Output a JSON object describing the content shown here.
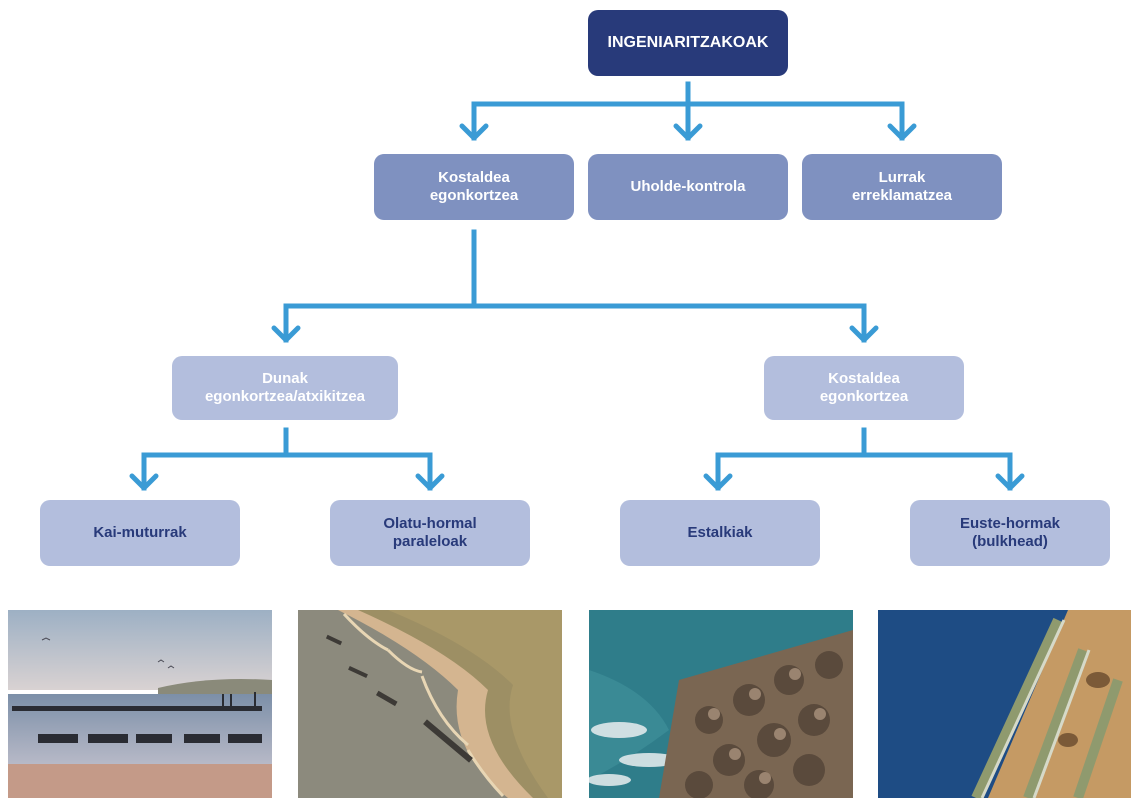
{
  "root": {
    "label": "INGENIARITZAKOAK"
  },
  "level1": [
    {
      "label": "Kostaldea\negonkortzea"
    },
    {
      "label": "Uholde-kontrola"
    },
    {
      "label": "Lurrak\nerreklamatzea"
    }
  ],
  "level2": [
    {
      "label": "Dunak\negonkortzea/atxikitzea"
    },
    {
      "label": "Kostaldea\negonkortzea"
    }
  ],
  "level3": [
    {
      "label": "Kai-muturrak"
    },
    {
      "label": "Olatu-hormal\nparaleloak"
    },
    {
      "label": "Estalkiak"
    },
    {
      "label": "Euste-hormak\n(bulkhead)"
    }
  ],
  "photos": [
    {
      "subject": "beach-groynes-photo"
    },
    {
      "subject": "offshore-breakwaters-aerial-photo"
    },
    {
      "subject": "tetrapod-armour-photo"
    },
    {
      "subject": "wooden-bulkhead-photo"
    }
  ],
  "colors": {
    "root": "#283a7a",
    "level1": "#7f91c0",
    "level2": "#b3bedd",
    "connector": "#3a9bd5"
  }
}
